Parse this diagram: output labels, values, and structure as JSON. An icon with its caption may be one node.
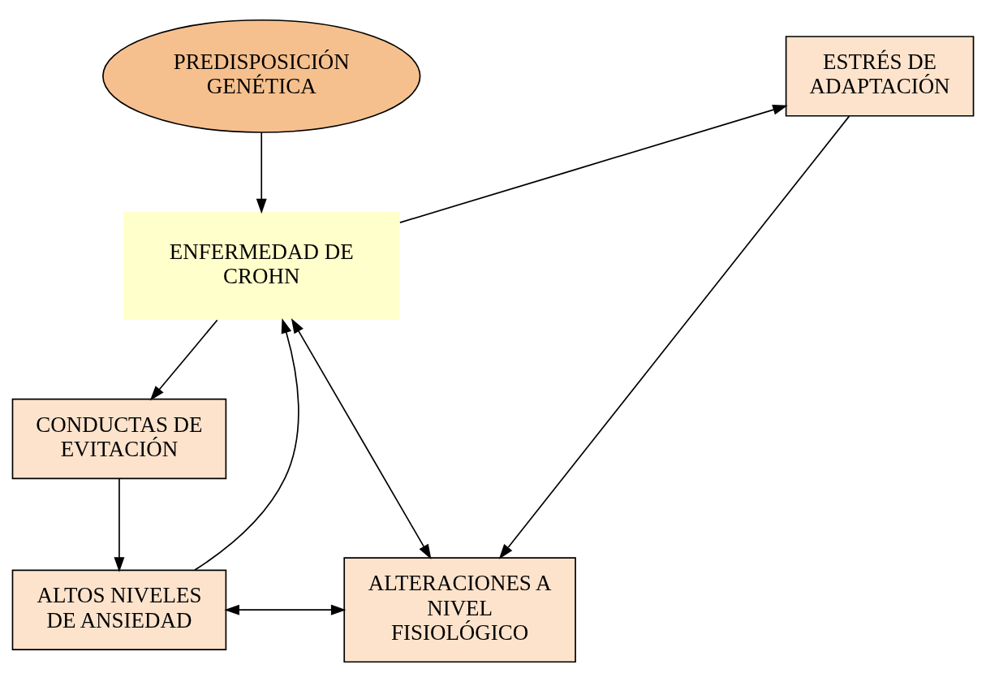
{
  "diagram": {
    "nodes": [
      {
        "text": [
          "PREDISPOSICIÓN GENÉTICA"
        ]
      },
      {
        "text": [
          "ESTRÉS DE ADAPTACIÓN"
        ]
      },
      {
        "text": [
          "ENFERMEDAD DE CROHN"
        ]
      },
      {
        "text": [
          "CONDUCTAS DE EVITACIÓN"
        ]
      },
      {
        "text": [
          "ALTOS NIVELES DE ANSIEDAD"
        ]
      },
      {
        "text": [
          "ALTERACIONES A NIVEL FISIOLÓGICO"
        ]
      }
    ],
    "edges": [
      {
        "from": 0,
        "to": 2,
        "arrow": "to"
      },
      {
        "from": 2,
        "to": 1,
        "arrow": "to"
      },
      {
        "from": 1,
        "to": 5,
        "arrow": "to"
      },
      {
        "from": 2,
        "to": 3,
        "arrow": "to"
      },
      {
        "from": 2,
        "to": 5,
        "arrow": "both"
      },
      {
        "from": 4,
        "to": 2,
        "arrow": "to"
      },
      {
        "from": 3,
        "to": 4,
        "arrow": "to"
      },
      {
        "from": 4,
        "to": 5,
        "arrow": "both"
      }
    ]
  }
}
